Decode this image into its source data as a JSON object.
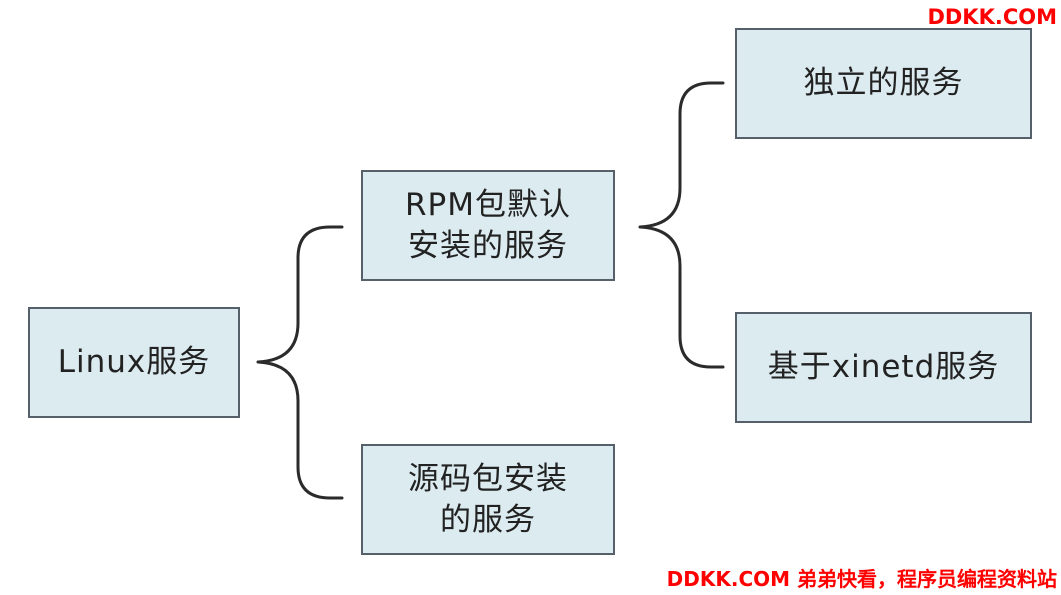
{
  "diagram": {
    "nodes": {
      "root": {
        "lines": [
          "Linux服务"
        ]
      },
      "rpm": {
        "lines": [
          "RPM包默认",
          "安装的服务"
        ]
      },
      "source": {
        "lines": [
          "源码包安装",
          "的服务"
        ]
      },
      "standalone": {
        "lines": [
          "独立的服务"
        ]
      },
      "xinetd": {
        "lines": [
          "基于xinetd服务"
        ]
      }
    },
    "edges": [
      {
        "from": "root",
        "to": "rpm"
      },
      {
        "from": "root",
        "to": "source"
      },
      {
        "from": "rpm",
        "to": "standalone"
      },
      {
        "from": "rpm",
        "to": "xinetd"
      }
    ],
    "colors": {
      "node_fill": "#dcebf0",
      "node_border": "#55606a",
      "connector": "#2b2b2b",
      "text": "#222222"
    }
  },
  "watermark": {
    "top": "DDKK.COM",
    "bottom": "DDKK.COM 弟弟快看，程序员编程资料站",
    "color": "#ff0000"
  }
}
